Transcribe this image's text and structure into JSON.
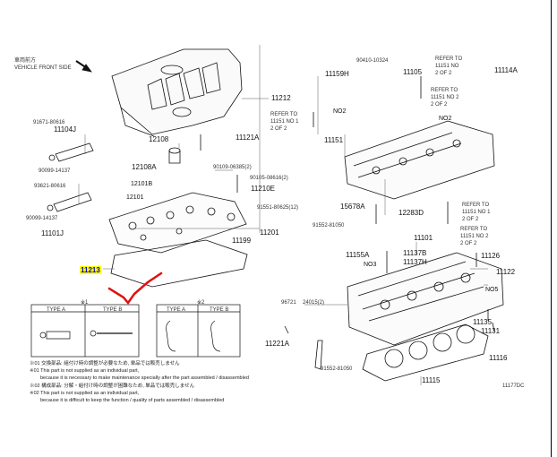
{
  "front_side": {
    "jp": "車両前方",
    "en": "VEHICLE FRONT SIDE"
  },
  "parts": {
    "p_11212": "11212",
    "p_11213": "11213",
    "p_11201": "11201",
    "p_11199": "11199",
    "p_11121a": "11121A",
    "p_12108": "12108",
    "p_12108a": "12108A",
    "p_12101b": "12101B",
    "p_12101": "12101",
    "p_11210e": "11210E",
    "p_90109": "90109-06385(2)",
    "p_90105": "90105-08616(2)",
    "p_91551": "91551-80625(12)",
    "p_91671": "91671-80616",
    "p_11104j": "11104J",
    "p_90099a": "90099-14137",
    "p_93621": "93621-80616",
    "p_90099b": "90099-14137",
    "p_11101_j": "11101J",
    "p_9041": "90410-10324",
    "p_11159h": "11159H",
    "p_11151": "11151",
    "p_11105": "11105",
    "p_11114a": "11114A",
    "p_no2a": "NO2",
    "p_no2b": "NO2",
    "p_15678a": "15678A",
    "p_12283d": "12283D",
    "p_91552": "91552-81050",
    "p_11101": "11101",
    "p_11155a": "11155A",
    "p_no3": "NO3",
    "p_11137b": "11137B",
    "p_11137h": "11137H",
    "p_11126": "11126",
    "p_11122": "11122",
    "p_no5": "NO5",
    "p_96721": "96721",
    "p_24015": "24015(2)",
    "p_11135": "11135",
    "p_11131": "11131",
    "p_11221a": "11221A",
    "p_91552b": "91552-81050",
    "p_11116": "11116",
    "p_11115": "11115"
  },
  "refer": {
    "r1": "REFER TO",
    "r1b": "11151 NO 1",
    "r1c": "2 OF 2",
    "r2": "REFER TO",
    "r2b": "11151 NO",
    "r2c": "2 OF 2",
    "r3": "REFER TO",
    "r3b": "11151 NO 2",
    "r3c": "2 OF 2",
    "r4": "REFER TO",
    "r4b": "11151 NO 1",
    "r4c": "2 OF 2",
    "r5": "REFER TO",
    "r5b": "11151 NO 2",
    "r5c": "2 OF 2"
  },
  "legend": {
    "col1": "※1",
    "col2": "※2",
    "type_a1": "TYPE A",
    "type_b1": "TYPE B",
    "type_a2": "TYPE A",
    "type_b2": "TYPE B"
  },
  "notes": {
    "n1": "※01 交換部品: 組付け時の調整が必要なため, 単品では販売しません",
    "n2": "※01 This part is not supplied as an individual part,",
    "n3": "because it is necessary to make maintenance specially after the part assembled / disassembled",
    "n4": "※02 構成部品: 分解・組付け時の調整が困難なため, 単品では販売しません",
    "n5": "※02 This part is not supplied as an individual part,",
    "n6": "because it is difficult to keep the function / quality of parts assembled / disassembled"
  },
  "drawing_code": "11177DC"
}
